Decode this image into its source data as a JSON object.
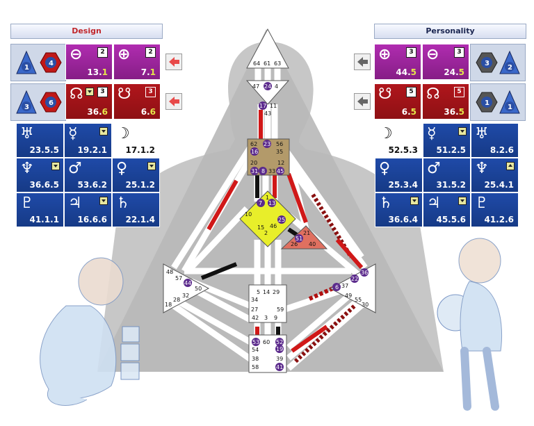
{
  "design": {
    "header": "Design",
    "tone_row1": {
      "n1": "1",
      "n2": "4"
    },
    "tone_row2": {
      "n1": "3",
      "n2": "6"
    },
    "earth": {
      "value": "13.",
      "line": "1",
      "box": "2"
    },
    "sun": {
      "value": "7.",
      "line": "1",
      "box": "2"
    },
    "north_node": {
      "value": "36.",
      "line": "6",
      "box": "3"
    },
    "south_node": {
      "value": "6.",
      "line": "6",
      "box": "3"
    },
    "planets": [
      {
        "icon": "uranus-icon",
        "glyph": "♅",
        "value": "23.5.5",
        "color": "blue"
      },
      {
        "icon": "mercury-icon",
        "glyph": "☿",
        "value": "19.2.1",
        "color": "blue",
        "arrow": "down"
      },
      {
        "icon": "moon-icon",
        "glyph": "☽",
        "value": "17.1.2",
        "color": "white"
      },
      {
        "icon": "neptune-icon",
        "glyph": "♆",
        "value": "36.6.5",
        "color": "blue",
        "arrow": "down"
      },
      {
        "icon": "mars-icon",
        "glyph": "♂",
        "value": "53.6.2",
        "color": "blue"
      },
      {
        "icon": "venus-icon",
        "glyph": "♀",
        "value": "25.1.2",
        "color": "blue",
        "arrow": "updown"
      },
      {
        "icon": "pluto-icon",
        "glyph": "♇",
        "value": "41.1.1",
        "color": "blue"
      },
      {
        "icon": "jupiter-icon",
        "glyph": "♃",
        "value": "16.6.6",
        "color": "blue",
        "arrow": "down"
      },
      {
        "icon": "saturn-icon",
        "glyph": "♄",
        "value": "22.1.4",
        "color": "blue"
      }
    ]
  },
  "personality": {
    "header": "Personality",
    "tone_row1": {
      "n1": "3",
      "n2": "2"
    },
    "tone_row2": {
      "n1": "1",
      "n2": "1"
    },
    "earth": {
      "value": "44.",
      "line": "5",
      "box": "3"
    },
    "sun": {
      "value": "24.",
      "line": "5",
      "box": "3"
    },
    "south_node": {
      "value": "6.",
      "line": "5",
      "box": "5"
    },
    "north_node": {
      "value": "36.",
      "line": "5",
      "box": "5"
    },
    "planets": [
      {
        "icon": "moon-icon",
        "glyph": "☽",
        "value": "52.5.3",
        "color": "white"
      },
      {
        "icon": "mercury-icon",
        "glyph": "☿",
        "value": "51.2.5",
        "color": "blue",
        "arrow": "down"
      },
      {
        "icon": "uranus-icon",
        "glyph": "♅",
        "value": "8.2.6",
        "color": "blue"
      },
      {
        "icon": "venus-icon",
        "glyph": "♀",
        "value": "25.3.4",
        "color": "blue"
      },
      {
        "icon": "mars-icon",
        "glyph": "♂",
        "value": "31.5.2",
        "color": "blue"
      },
      {
        "icon": "neptune-icon",
        "glyph": "♆",
        "value": "25.4.1",
        "color": "blue",
        "arrow": "up"
      },
      {
        "icon": "saturn-icon",
        "glyph": "♄",
        "value": "36.6.4",
        "color": "blue",
        "arrow": "down"
      },
      {
        "icon": "jupiter-icon",
        "glyph": "♃",
        "value": "45.5.6",
        "color": "blue",
        "arrow": "down"
      },
      {
        "icon": "pluto-icon",
        "glyph": "♇",
        "value": "41.2.6",
        "color": "blue"
      }
    ]
  },
  "bodygraph": {
    "head_gates": [
      "64",
      "61",
      "63"
    ],
    "ajna_gates": [
      "47",
      "24",
      "4",
      "17",
      "11",
      "43"
    ],
    "throat_gates": [
      "62",
      "23",
      "56",
      "16",
      "35",
      "20",
      "12",
      "31",
      "8",
      "33",
      "45"
    ],
    "g_gates": [
      "1",
      "7",
      "13",
      "25",
      "10",
      "15",
      "46",
      "2"
    ],
    "ego_gates": [
      "21",
      "51",
      "26",
      "40"
    ],
    "spleen_gates": [
      "48",
      "57",
      "44",
      "50",
      "32",
      "28",
      "18"
    ],
    "solar_gates": [
      "36",
      "22",
      "6",
      "37",
      "49",
      "55",
      "30"
    ],
    "sacral_gates": [
      "5",
      "14",
      "29",
      "34",
      "27",
      "59",
      "42",
      "3",
      "9"
    ],
    "root_gates": [
      "53",
      "60",
      "52",
      "54",
      "19",
      "38",
      "39",
      "58",
      "41"
    ]
  },
  "colors": {
    "design_red": "#c0262b",
    "activation_purple": "#5b2a8c",
    "channel_black": "#111111"
  }
}
